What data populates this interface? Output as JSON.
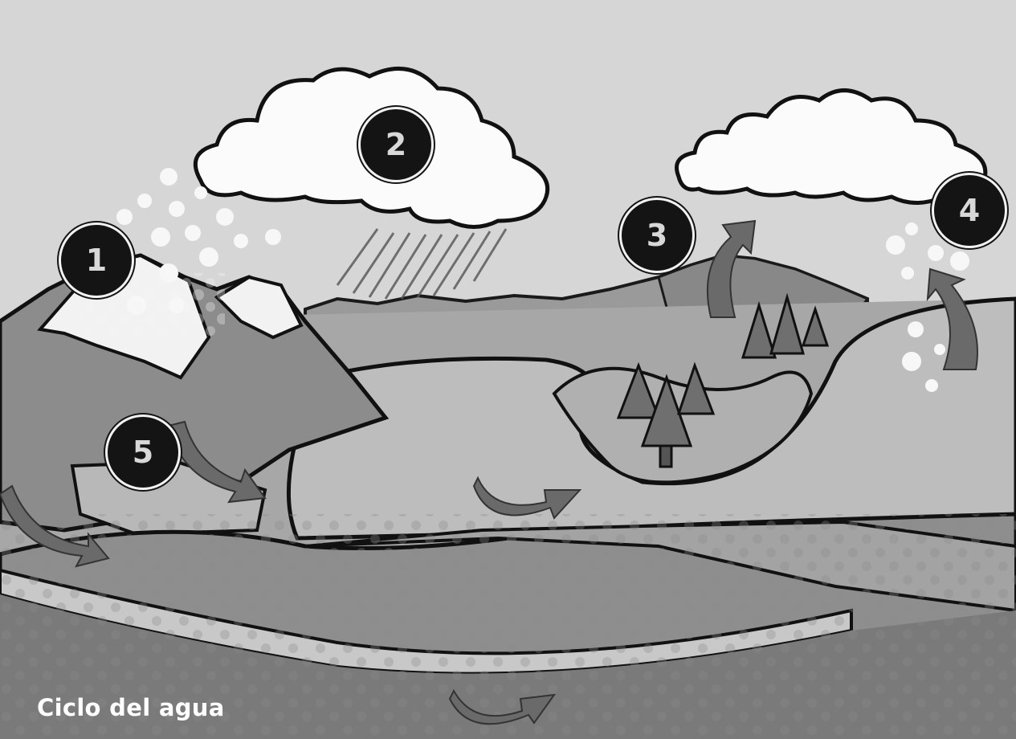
{
  "diagram": {
    "caption": "Ciclo del agua",
    "steps": [
      {
        "number": "1"
      },
      {
        "number": "2"
      },
      {
        "number": "3"
      },
      {
        "number": "4"
      },
      {
        "number": "5"
      }
    ]
  }
}
